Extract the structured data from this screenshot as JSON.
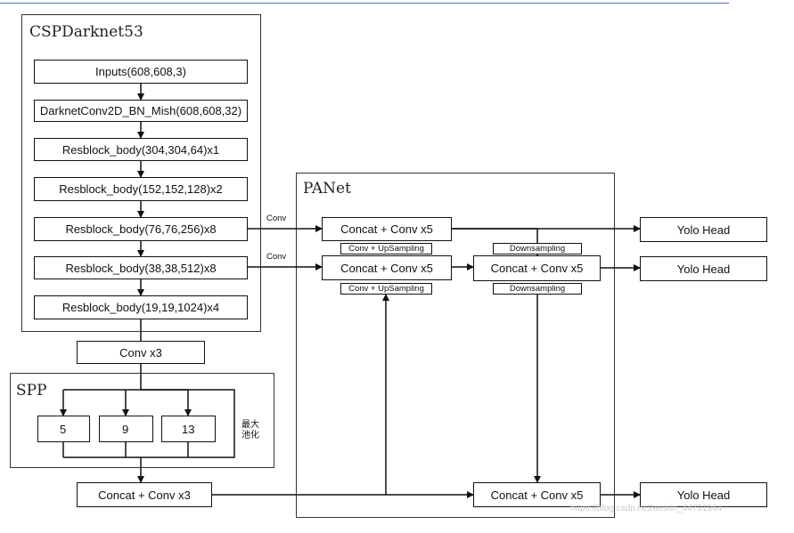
{
  "groups": {
    "backbone": "CSPDarknet53",
    "panet": "PANet",
    "spp": "SPP"
  },
  "backbone": {
    "inputs": "Inputs(608,608,3)",
    "conv2d": "DarknetConv2D_BN_Mish(608,608,32)",
    "res1": "Resblock_body(304,304,64)x1",
    "res2": "Resblock_body(152,152,128)x2",
    "res3": "Resblock_body(76,76,256)x8",
    "res4": "Resblock_body(38,38,512)x8",
    "res5": "Resblock_body(19,19,1024)x4"
  },
  "spp": {
    "conv_in": "Conv x3",
    "pool_5": "5",
    "pool_9": "9",
    "pool_13": "13",
    "pool_note": "最大\n池化",
    "concat_out": "Concat + Conv x3"
  },
  "panet": {
    "concat_top": "Concat + Conv x5",
    "concat_mid_left": "Concat + Conv x5",
    "concat_mid_right": "Concat + Conv x5",
    "concat_bottom": "Concat + Conv x5",
    "upsample_top": "Conv + UpSampling",
    "upsample_mid": "Conv + UpSampling",
    "downsample_top": "Downsampling",
    "downsample_mid": "Downsampling"
  },
  "edges": {
    "conv_to_top": "Conv",
    "conv_to_mid": "Conv"
  },
  "heads": {
    "head_1": "Yolo Head",
    "head_2": "Yolo Head",
    "head_3": "Yolo Head"
  },
  "watermark": "https://blog.csdn.net/weixin_44791964"
}
